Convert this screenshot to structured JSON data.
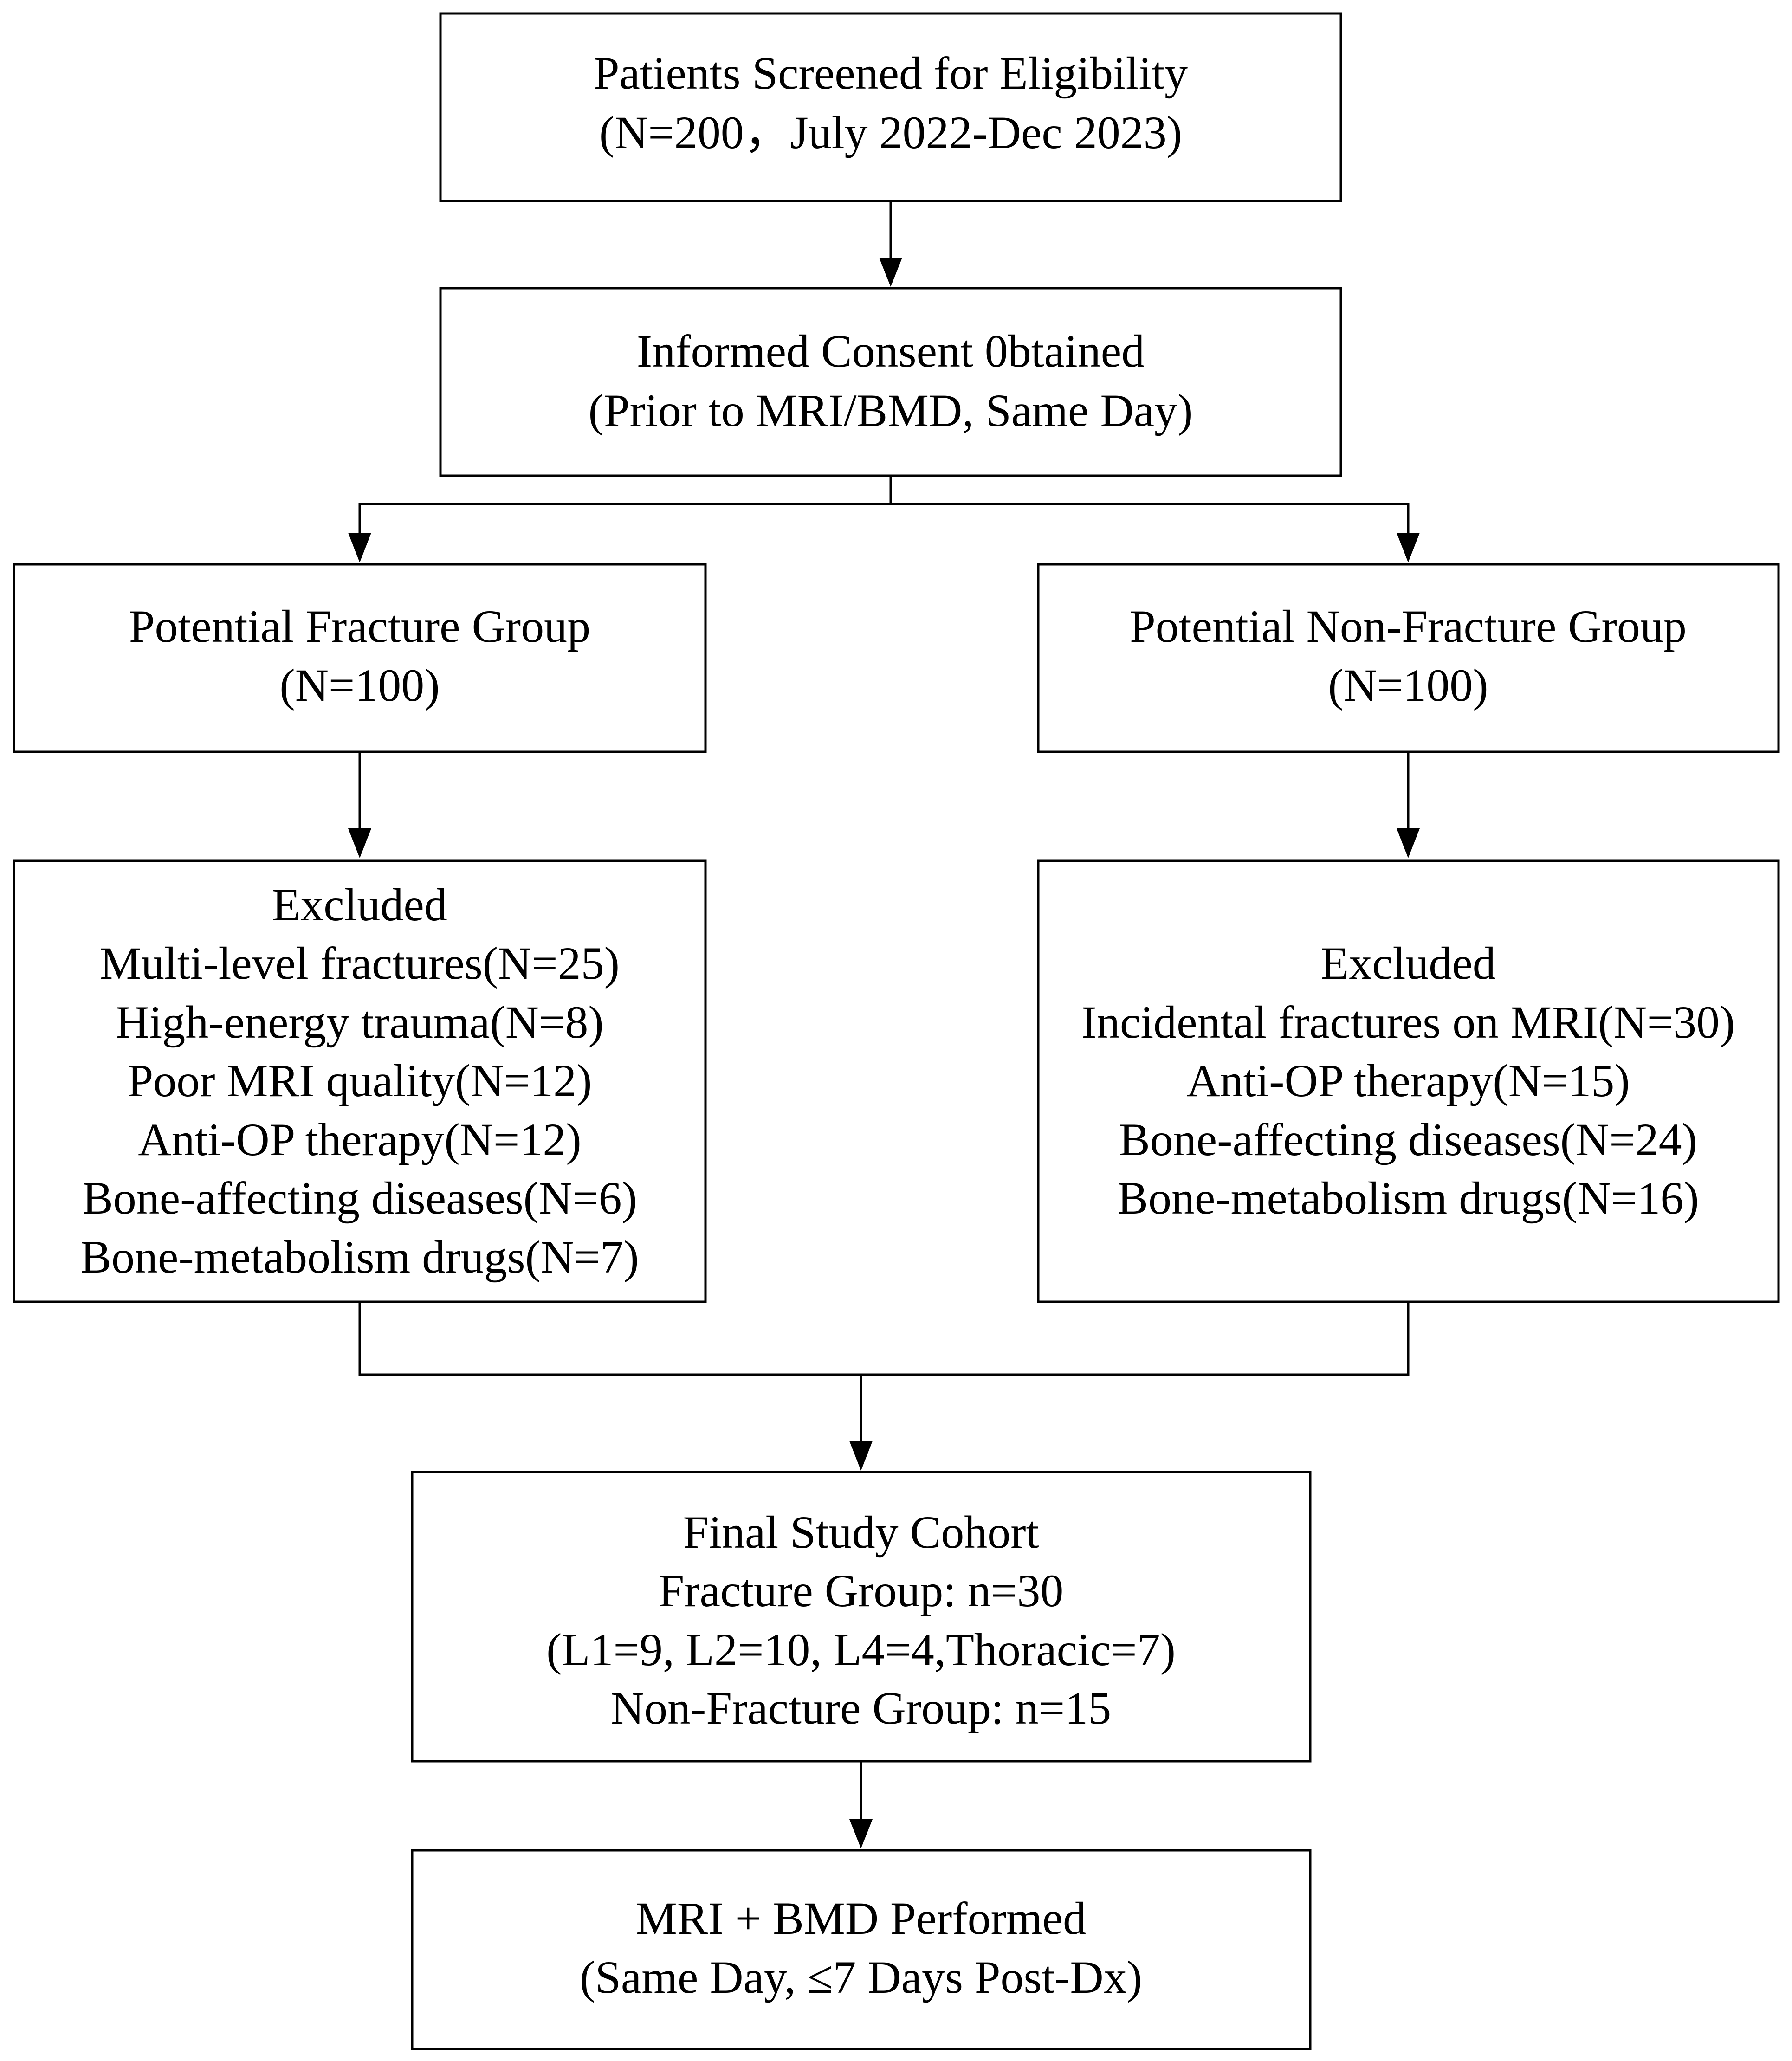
{
  "screening": {
    "line1": "Patients Screened for Eligibility",
    "line2": "(N=200，July 2022-Dec 2023)"
  },
  "consent": {
    "line1": "Informed Consent 0btained",
    "line2": "(Prior to MRI/BMD, Same Day)"
  },
  "fracture_group": {
    "line1": "Potential Fracture Group",
    "line2": "(N=100)"
  },
  "non_fracture_group": {
    "line1": "Potential Non-Fracture Group",
    "line2": "(N=100)"
  },
  "fracture_excluded": {
    "title": "Excluded",
    "items": [
      "Multi-level fractures(N=25)",
      "High-energy trauma(N=8)",
      "Poor MRI quality(N=12)",
      "Anti-OP therapy(N=12)",
      "Bone-affecting diseases(N=6)",
      "Bone-metabolism drugs(N=7)"
    ]
  },
  "non_fracture_excluded": {
    "title": "Excluded",
    "items": [
      "Incidental  fractures on MRI(N=30)",
      "Anti-OP therapy(N=15)",
      "Bone-affecting diseases(N=24)",
      "Bone-metabolism drugs(N=16)"
    ]
  },
  "final_cohort": {
    "line1": "Final Study Cohort",
    "line2": "Fracture Group: n=30",
    "line3": "(L1=9, L2=10, L4=4,Thoracic=7)",
    "line4": "Non-Fracture Group: n=15"
  },
  "performed": {
    "line1": "MRI + BMD Performed",
    "line2": "(Same Day, ≤7 Days Post-Dx)"
  }
}
